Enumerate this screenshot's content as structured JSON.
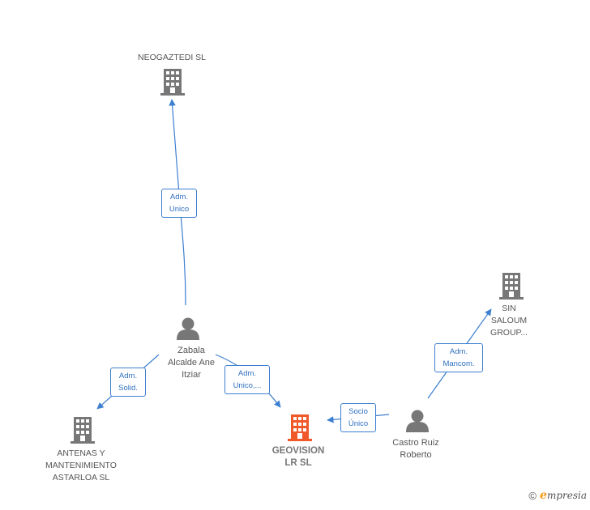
{
  "colors": {
    "edge": "#3d7fd0",
    "building": "#777777",
    "building_main": "#f0592a",
    "person": "#777777"
  },
  "nodes": {
    "neogaztedi": {
      "label": "NEOGAZTEDI SL",
      "icon": "building-icon"
    },
    "zabala": {
      "label_lines": [
        "Zabala",
        "Alcalde Ane",
        "Itziar"
      ],
      "icon": "person-icon"
    },
    "antenas": {
      "label_lines": [
        "ANTENAS Y",
        "MANTENIMIENTO",
        "ASTARLOA  SL"
      ],
      "icon": "building-icon"
    },
    "geovision": {
      "label_lines": [
        "GEOVISION",
        "LR  SL"
      ],
      "icon": "building-icon"
    },
    "castro": {
      "label_lines": [
        "Castro Ruiz",
        "Roberto"
      ],
      "icon": "person-icon"
    },
    "sin_saloum": {
      "label_lines": [
        "SIN",
        "SALOUM",
        "GROUP..."
      ],
      "icon": "building-icon"
    }
  },
  "relations": {
    "zabala_neogaztedi": [
      "Adm.",
      "Unico"
    ],
    "zabala_antenas": [
      "Adm.",
      "Solid."
    ],
    "zabala_geovision": [
      "Adm.",
      "Unico,..."
    ],
    "castro_geovision": [
      "Socio",
      "Único"
    ],
    "castro_sin_saloum": [
      "Adm.",
      "Mancom."
    ]
  },
  "footer": {
    "copyright": "©",
    "brand_e": "e",
    "brand_rest": "mpresia"
  }
}
